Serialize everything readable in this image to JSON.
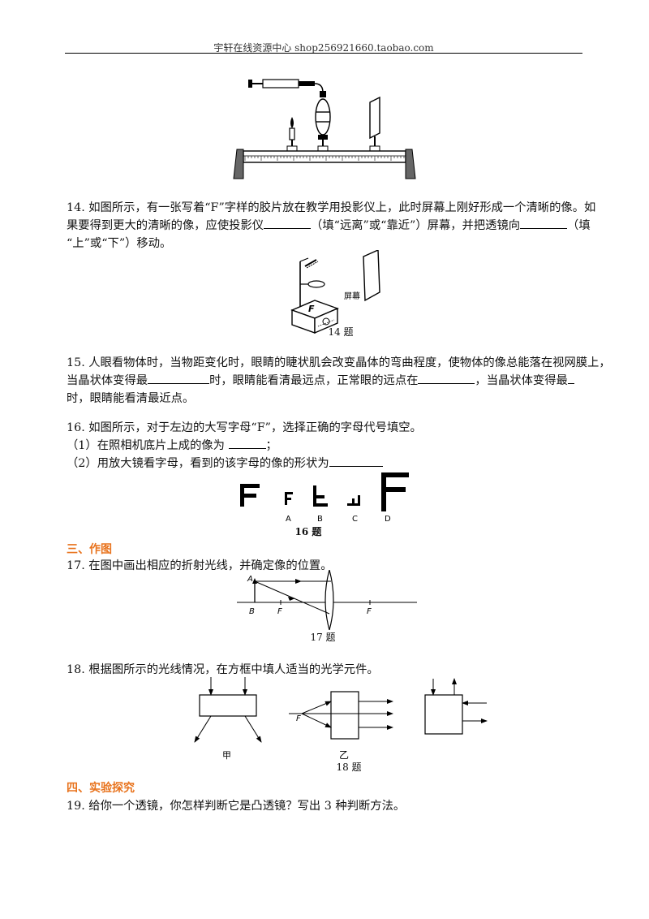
{
  "header": {
    "text": "宇轩在线资源中心   shop256921660.taobao.com"
  },
  "q14": {
    "l1": "14. 如图所示，有一张写着“F”字样的胶片放在教学用投影仪上，此时屏幕上刚好形成一个清晰的像。如",
    "l2a": "果要得到更大的清晰的像，应使投影仪",
    "l2b": "（填“远离”或“靠近”）屏幕，并把透镜向",
    "l2c": "（填",
    "l3": "“上”或“下”）移动。",
    "fig_letter": "F",
    "fig_screen": "屏幕",
    "caption": "14 题"
  },
  "q15": {
    "l1": "15. 人眼看物体时，当物距变化时，眼睛的睫状肌会改变晶体的弯曲程度，使物体的像总能落在视网膜上，",
    "l2a": "当晶状体变得最",
    "l2b": "时，眼睛能看清最远点，正常眼的远点在",
    "l2c": "，当晶状体变得最",
    "l3": "时，眼睛能看清最近点。"
  },
  "q16": {
    "l1": "16. 如图所示，对于左边的大写字母“F”，选择正确的字母代号填空。",
    "l2a": "（1）在照相机底片上成的像为 ",
    "l2b": "；",
    "l3": "（2）用放大镜看字母，看到的该字母的像的形状为",
    "labels": [
      "A",
      "B",
      "C",
      "D"
    ],
    "caption": "16 题"
  },
  "sec3": {
    "title": "三、作图"
  },
  "q17": {
    "l1": "17. 在图中画出相应的折射光线，并确定像的位置。",
    "label_a": "A",
    "label_b": "B",
    "label_f1": "F",
    "label_f2": "F",
    "caption": "17 题"
  },
  "q18": {
    "l1": "18. 根据图所示的光线情况，在方框中填人适当的光学元件。",
    "label_f": "F",
    "label_jia": "甲",
    "label_yi": "乙",
    "caption": "18 题"
  },
  "sec4": {
    "title": "四、实验探究"
  },
  "q19": {
    "l1": "19.  给你一个透镜，你怎样判断它是凸透镜？写出 3 种判断方法。"
  }
}
